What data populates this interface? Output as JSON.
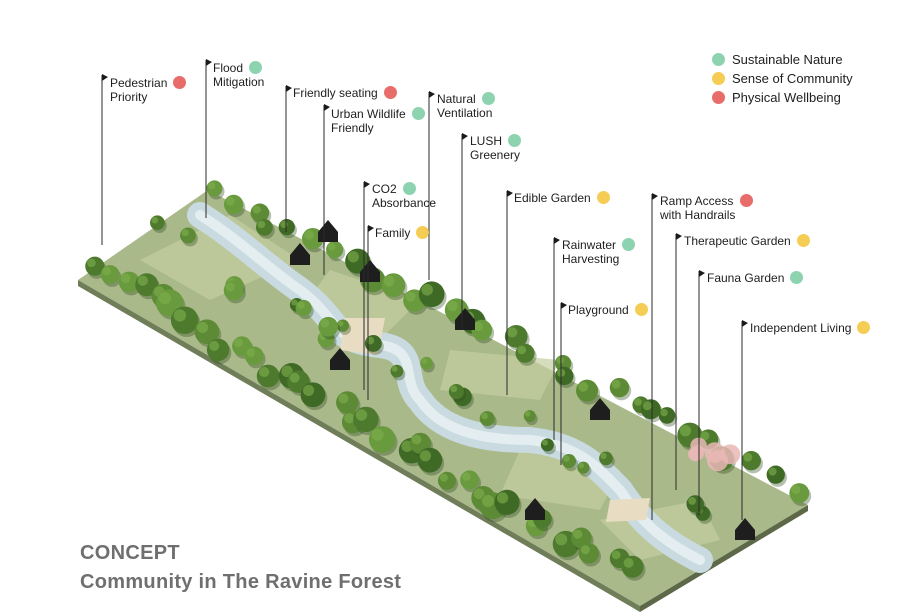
{
  "colors": {
    "nature": "#8dd3b0",
    "community": "#f5cd55",
    "wellbeing": "#e86d6a"
  },
  "legend": [
    {
      "text": "Sustainable Nature",
      "category": "nature"
    },
    {
      "text": "Sense of Community",
      "category": "community"
    },
    {
      "text": "Physical Wellbeing",
      "category": "wellbeing"
    }
  ],
  "labels": [
    {
      "text": "Pedestrian\nPriority",
      "category": "wellbeing"
    },
    {
      "text": "Flood\nMitigation",
      "category": "nature"
    },
    {
      "text": "Friendly seating",
      "category": "wellbeing"
    },
    {
      "text": "Urban Wildlife\nFriendly",
      "category": "nature"
    },
    {
      "text": "Natural\nVentilation",
      "category": "nature"
    },
    {
      "text": "LUSH\nGreenery",
      "category": "nature"
    },
    {
      "text": "CO2\nAbsorbance",
      "category": "nature"
    },
    {
      "text": "Family",
      "category": "community"
    },
    {
      "text": "Edible Garden",
      "category": "community"
    },
    {
      "text": "Ramp Access\nwith Handrails",
      "category": "wellbeing"
    },
    {
      "text": "Rainwater\nHarvesting",
      "category": "nature"
    },
    {
      "text": "Therapeutic Garden",
      "category": "community"
    },
    {
      "text": "Fauna Garden",
      "category": "nature"
    },
    {
      "text": "Playground",
      "category": "community"
    },
    {
      "text": "Independent Living",
      "category": "community"
    }
  ],
  "title": {
    "line1": "CONCEPT",
    "line2": "Community in The Ravine Forest"
  }
}
